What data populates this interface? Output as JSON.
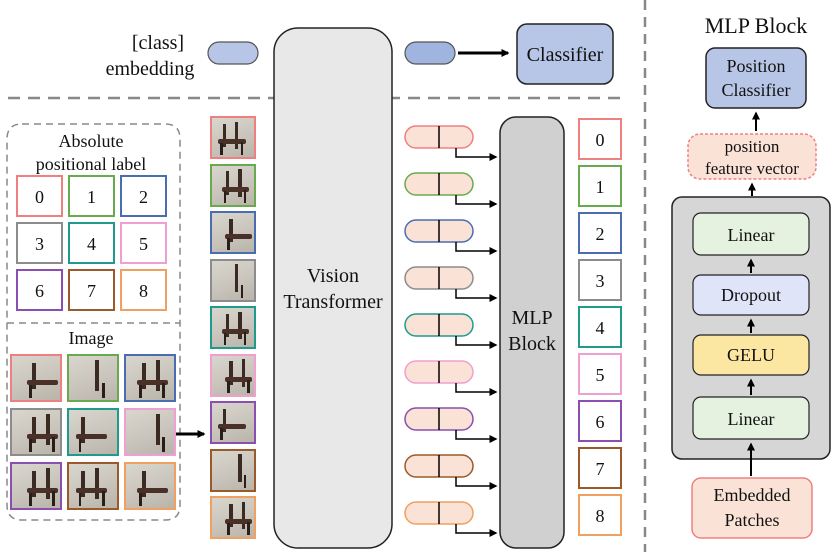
{
  "class_embedding_label_line1": "[class]",
  "class_embedding_label_line2": "embedding",
  "classifier_label": "Classifier",
  "vit_label_line1": "Vision",
  "vit_label_line2": "Transformer",
  "mlp_label_line1": "MLP",
  "mlp_label_line2": "Block",
  "abs_label_line1": "Absolute",
  "abs_label_line2": "positional label",
  "image_label": "Image",
  "abs_grid_numbers": [
    "0",
    "1",
    "2",
    "3",
    "4",
    "5",
    "6",
    "7",
    "8"
  ],
  "output_numbers": [
    "0",
    "1",
    "2",
    "3",
    "4",
    "5",
    "6",
    "7",
    "8"
  ],
  "patch_colors": [
    "#f08080",
    "#6aaa4f",
    "#4a6db0",
    "#8c8c8c",
    "#1f9a8c",
    "#f0a0d0",
    "#8a4fb0",
    "#9a5a2a",
    "#f0a060"
  ],
  "mlp_detail": {
    "title": "MLP Block",
    "position_classifier_line1": "Position",
    "position_classifier_line2": "Classifier",
    "feature_vector_line1": "position",
    "feature_vector_line2": "feature vector",
    "linear_top": "Linear",
    "dropout": "Dropout",
    "gelu": "GELU",
    "linear_bottom": "Linear",
    "embedded_line1": "Embedded",
    "embedded_line2": "Patches"
  }
}
